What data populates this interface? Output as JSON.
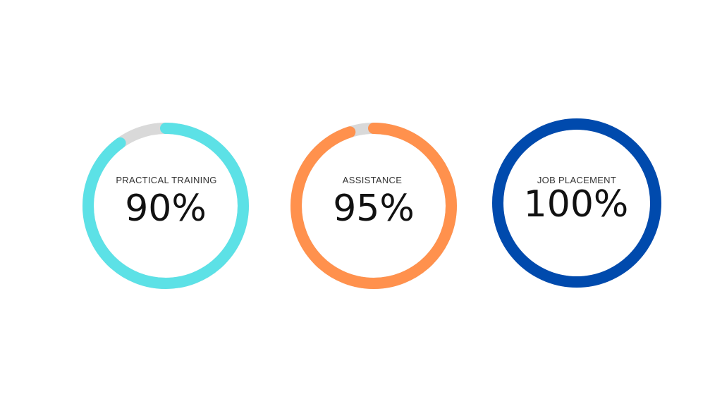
{
  "chart_data": {
    "type": "donut",
    "items": [
      {
        "label": "PRACTICAL TRAINING",
        "display": "90%",
        "value": 90,
        "color": "#5ce1e6"
      },
      {
        "label": "ASSISTANCE",
        "display": "95%",
        "value": 95,
        "color": "#ff914d"
      },
      {
        "label": "JOB PLACEMENT",
        "display": "100%",
        "value": 100,
        "color": "#004aad"
      }
    ],
    "track_color": "#d9d9d9",
    "max": 100
  }
}
